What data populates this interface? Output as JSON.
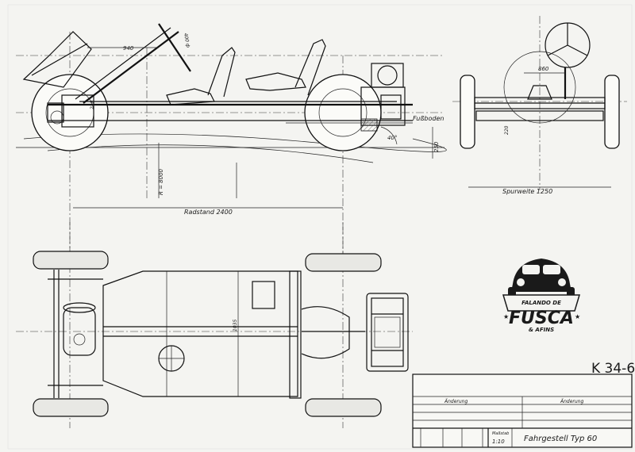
{
  "dimensions": {
    "radstand": "Radstand 2400",
    "spurweite": "Spurweite 1250",
    "radius": "R = 8000",
    "dim_940": "940",
    "dim_400": "400 ф",
    "dim_860": "860",
    "dim_250": "250",
    "dim_220": "220",
    "dim_210": "210",
    "dim_1035": "1035",
    "angle_40": "40°",
    "fussboden": "Fußboden"
  },
  "title_block": {
    "drawing_number": "K 34-60",
    "title": "Fahrgestell Typ 60",
    "header_left": "Änderung",
    "header_right": "Änderung",
    "scale_label": "Maßstab",
    "scale_value": "1:10"
  },
  "logo": {
    "line1": "FALANDO DE",
    "line2": "FUSCA",
    "line3": "& AFINS"
  }
}
